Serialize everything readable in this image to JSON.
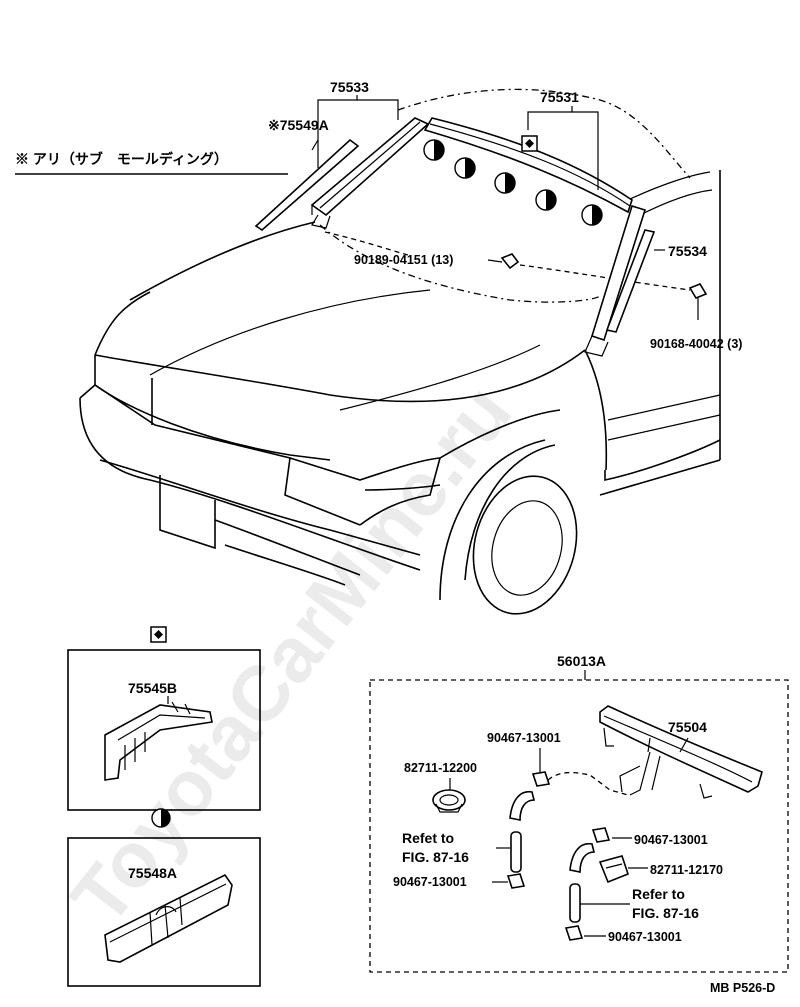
{
  "watermark": "ToyotaCarMine.ru",
  "note": {
    "text": "※ アリ（サブ　モールディング）"
  },
  "labels": {
    "p75533": "75533",
    "p75549A": "※75549A",
    "p75531": "75531",
    "p75534": "75534",
    "p90189": "90189-04151 (13)",
    "p90168": "90168-40042 (3)",
    "p75545B": "75545B",
    "p75548A": "75548A",
    "p56013A": "56013A",
    "p75504": "75504",
    "p90467a": "90467-13001",
    "p82711a": "82711-12200",
    "p90467b": "90467-13001",
    "p82711b": "82711-12170",
    "refer1_line1": "Refet to",
    "refer1_line2": "FIG. 87-16",
    "p90467c": "90467-13001",
    "refer2_line1": "Refer to",
    "refer2_line2": "FIG. 87-16",
    "p90467d": "90467-13001"
  },
  "footer": {
    "code": "MB  P526-D"
  },
  "symbols": {
    "diamond": "diamond-in-square-icon",
    "half_circle": "half-filled-circle-icon"
  }
}
